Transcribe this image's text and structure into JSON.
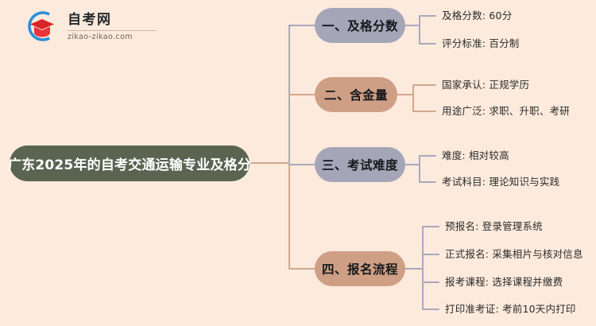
{
  "page": {
    "background_color": "#fceadc",
    "title": "广东2025年的自考交通运输专业及格分"
  },
  "logo": {
    "icon": "graduation-cap-logo-icon",
    "name_cn": "自考网",
    "name_en": "zikao-zikao.com",
    "arc_color": "#2b8fd8",
    "cap_color": "#d9252a"
  },
  "colors": {
    "root": "#5a6450",
    "purple": "#a5a5b8",
    "tan": "#cf9f85",
    "line_purple": "#a9a9bd",
    "line_tan": "#d1a88e"
  },
  "mindmap": {
    "root_label": "广东2025年的自考交通运输专业及格分",
    "branches": [
      {
        "label": "一、及格分数",
        "color": "#a5a5b8",
        "leaves": [
          "及格分数: 60分",
          "评分标准: 百分制"
        ]
      },
      {
        "label": "二、含金量",
        "color": "#cf9f85",
        "leaves": [
          "国家承认: 正规学历",
          "用途广泛: 求职、升职、考研"
        ]
      },
      {
        "label": "三、考试难度",
        "color": "#a5a5b8",
        "leaves": [
          "难度: 相对较高",
          "考试科目: 理论知识与实践"
        ]
      },
      {
        "label": "四、报名流程",
        "color": "#cf9f85",
        "leaves": [
          "预报名: 登录管理系统",
          "正式报名: 采集相片与核对信息",
          "报考课程: 选择课程并缴费",
          "打印准考证: 考前10天内打印"
        ]
      }
    ]
  }
}
